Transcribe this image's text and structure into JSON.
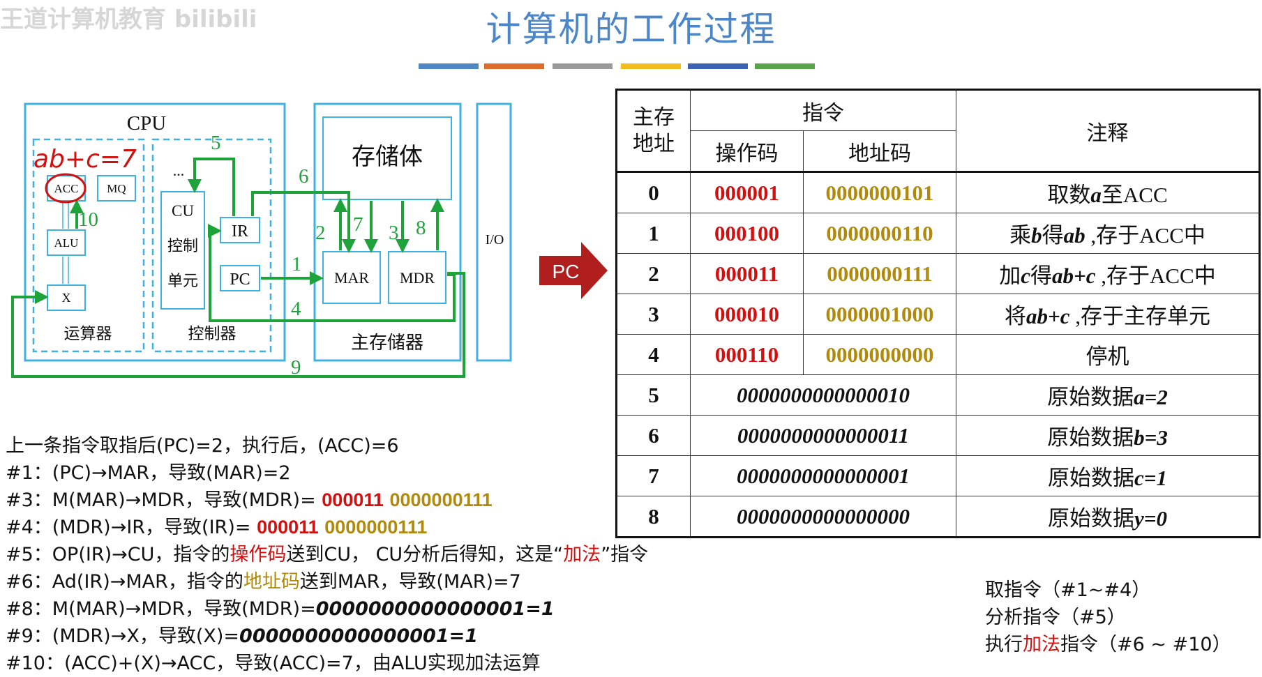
{
  "watermark": "王道计算机教育 bilibili",
  "title": "计算机的工作过程",
  "colors": {
    "title_blue": "#4a86c8",
    "bar_colors": [
      "#4f86c6",
      "#e06c2c",
      "#9a9a9a",
      "#f2bb1f",
      "#3b62b4",
      "#5aa34a"
    ],
    "diagram_line": "#3fb0e0",
    "path_green": "#1ea23a",
    "opcode_red": "#d21010",
    "addrcode_gold": "#b08a0c",
    "pc_arrow": "#b01e1e"
  },
  "diagram": {
    "cpu_label": "CPU",
    "handwritten": "ab+c=7",
    "acc": "ACC",
    "mq": "MQ",
    "alu": "ALU",
    "x": "X",
    "alu_group": "运算器",
    "cu_dots": "...",
    "cu_lines": [
      "CU",
      "控制",
      "单元"
    ],
    "ir": "IR",
    "pc": "PC",
    "ctrl_group": "控制器",
    "storage": "存储体",
    "mar": "MAR",
    "mdr": "MDR",
    "mem_group": "主存储器",
    "io": "I/O",
    "step_numbers": [
      "1",
      "2",
      "3",
      "4",
      "5",
      "6",
      "7",
      "8",
      "9",
      "10"
    ]
  },
  "pc_arrow_label": "PC",
  "table": {
    "headers": {
      "addr": [
        "主存",
        "地址"
      ],
      "instr": "指令",
      "opcode": "操作码",
      "addrcode": "地址码",
      "note": "注释"
    },
    "instr_rows": [
      {
        "addr": "0",
        "op": "000001",
        "ad": "0000000101",
        "note_parts": [
          "取数",
          "a",
          "至ACC"
        ]
      },
      {
        "addr": "1",
        "op": "000100",
        "ad": "0000000110",
        "note_parts": [
          "乘",
          "b",
          "得",
          "ab",
          " ,存于ACC中"
        ]
      },
      {
        "addr": "2",
        "op": "000011",
        "ad": "0000000111",
        "note_parts": [
          "加",
          "c",
          "得",
          "ab+c",
          " ,存于ACC中"
        ]
      },
      {
        "addr": "3",
        "op": "000010",
        "ad": "0000001000",
        "note_parts": [
          "将",
          "ab+c",
          " ,存于主存单元"
        ]
      },
      {
        "addr": "4",
        "op": "000110",
        "ad": "0000000000",
        "note_parts": [
          "停机"
        ]
      }
    ],
    "data_rows": [
      {
        "addr": "5",
        "value": "0000000000000010",
        "note_parts": [
          "原始数据",
          "a=2"
        ]
      },
      {
        "addr": "6",
        "value": "0000000000000011",
        "note_parts": [
          "原始数据",
          "b=3"
        ]
      },
      {
        "addr": "7",
        "value": "0000000000000001",
        "note_parts": [
          "原始数据",
          "c=1"
        ]
      },
      {
        "addr": "8",
        "value": "0000000000000000",
        "note_parts": [
          "原始数据",
          "y=0"
        ]
      }
    ]
  },
  "steps": {
    "intro": "上一条指令取指后(PC)=2，执行后，(ACC)=6",
    "s1": "#1：(PC)→MAR，导致(MAR)=2",
    "s3_prefix": "#3：M(MAR)→MDR，导致(MDR)= ",
    "s3_op": "000011",
    "s3_ad": "0000000111",
    "s4_prefix": "#4：(MDR)→IR，导致(IR)= ",
    "s4_op": "000011",
    "s4_ad": "0000000111",
    "s5_a": "#5：OP(IR)→CU，指令的",
    "s5_b": "操作码",
    "s5_c": "送到CU， CU分析后得知，这是“",
    "s5_d": "加法",
    "s5_e": "”指令",
    "s6_a": "#6：Ad(IR)→MAR，指令的",
    "s6_b": "地址码",
    "s6_c": "送到MAR，导致(MAR)=7",
    "s8_prefix": "#8：M(MAR)→MDR，导致(MDR)=",
    "s8_value": "0000000000000001=1",
    "s9_prefix": "#9：(MDR)→X，导致(X)=",
    "s9_value": "0000000000000001=1",
    "s10": "#10：(ACC)+(X)→ACC，导致(ACC)=7，由ALU实现加法运算"
  },
  "phases": {
    "fetch": "取指令（#1~#4）",
    "analyze": "分析指令（#5）",
    "exec_a": "执行",
    "exec_b": "加法",
    "exec_c": "指令（#6 ~ #10）"
  }
}
